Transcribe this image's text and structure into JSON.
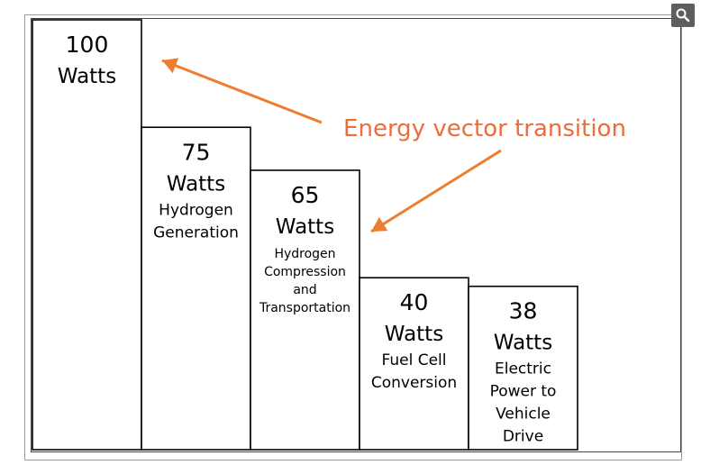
{
  "zoom_icon": "magnifier-icon",
  "colors": {
    "bar_fill": "#ffffff",
    "bar_stroke": "#000000",
    "arrow": "#ed7d31",
    "annotation": "#e8643a"
  },
  "annotation": "Energy vector transition",
  "chart_data": {
    "type": "bar",
    "title": "",
    "xlabel": "",
    "ylabel": "",
    "ylim": [
      0,
      100
    ],
    "grid": false,
    "categories": [
      "",
      "Hydrogen Generation",
      "Hydrogen Compression and Transportation",
      "Fuel Cell Conversion",
      "Electric Power to Vehicle Drive"
    ],
    "values": [
      100,
      75,
      65,
      40,
      38
    ],
    "unit": "Watts",
    "bars": [
      {
        "value": "100",
        "unit": "Watts",
        "desc": []
      },
      {
        "value": "75",
        "unit": "Watts",
        "desc": [
          "Hydrogen",
          "Generation"
        ]
      },
      {
        "value": "65",
        "unit": "Watts",
        "desc": [
          "Hydrogen",
          "Compression",
          "and",
          "Transportation"
        ]
      },
      {
        "value": "40",
        "unit": "Watts",
        "desc": [
          "Fuel Cell",
          "Conversion"
        ]
      },
      {
        "value": "38",
        "unit": "Watts",
        "desc": [
          "Electric",
          "Power to",
          "Vehicle",
          "Drive"
        ]
      }
    ]
  }
}
